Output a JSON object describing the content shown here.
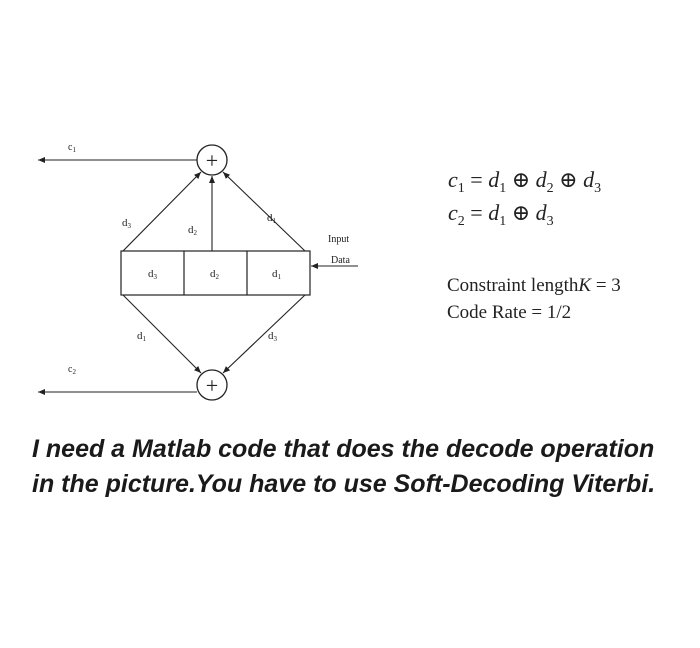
{
  "diagram": {
    "outputs": {
      "c1": {
        "main": "c",
        "sub": "1"
      },
      "c2": {
        "main": "c",
        "sub": "2"
      }
    },
    "register_cells": [
      {
        "main": "d",
        "sub": "3"
      },
      {
        "main": "d",
        "sub": "2"
      },
      {
        "main": "d",
        "sub": "1"
      }
    ],
    "upper_taps": [
      {
        "main": "d",
        "sub": "3"
      },
      {
        "main": "d",
        "sub": "2"
      },
      {
        "main": "d",
        "sub": "1"
      }
    ],
    "lower_taps": [
      {
        "main": "d",
        "sub": "1"
      },
      {
        "main": "d",
        "sub": "3"
      }
    ],
    "adder_symbol": "+",
    "input_label": "Input",
    "data_label": "Data"
  },
  "equations": {
    "eq1": {
      "lhs": "c",
      "lhs_sub": "1",
      "terms": [
        {
          "v": "d",
          "s": "1"
        },
        {
          "v": "d",
          "s": "2"
        },
        {
          "v": "d",
          "s": "3"
        }
      ]
    },
    "eq2": {
      "lhs": "c",
      "lhs_sub": "2",
      "terms": [
        {
          "v": "d",
          "s": "1"
        },
        {
          "v": "d",
          "s": "3"
        }
      ]
    },
    "equals": "=",
    "xor": "⊕"
  },
  "specs": {
    "constraint_text": "Constraint length",
    "constraint_var": "K",
    "constraint_eq": " = 3",
    "code_rate_text": "Code Rate = 1/2"
  },
  "question": "I need a Matlab code that does the decode operation in the picture.You have to use Soft-Decoding Viterbi."
}
